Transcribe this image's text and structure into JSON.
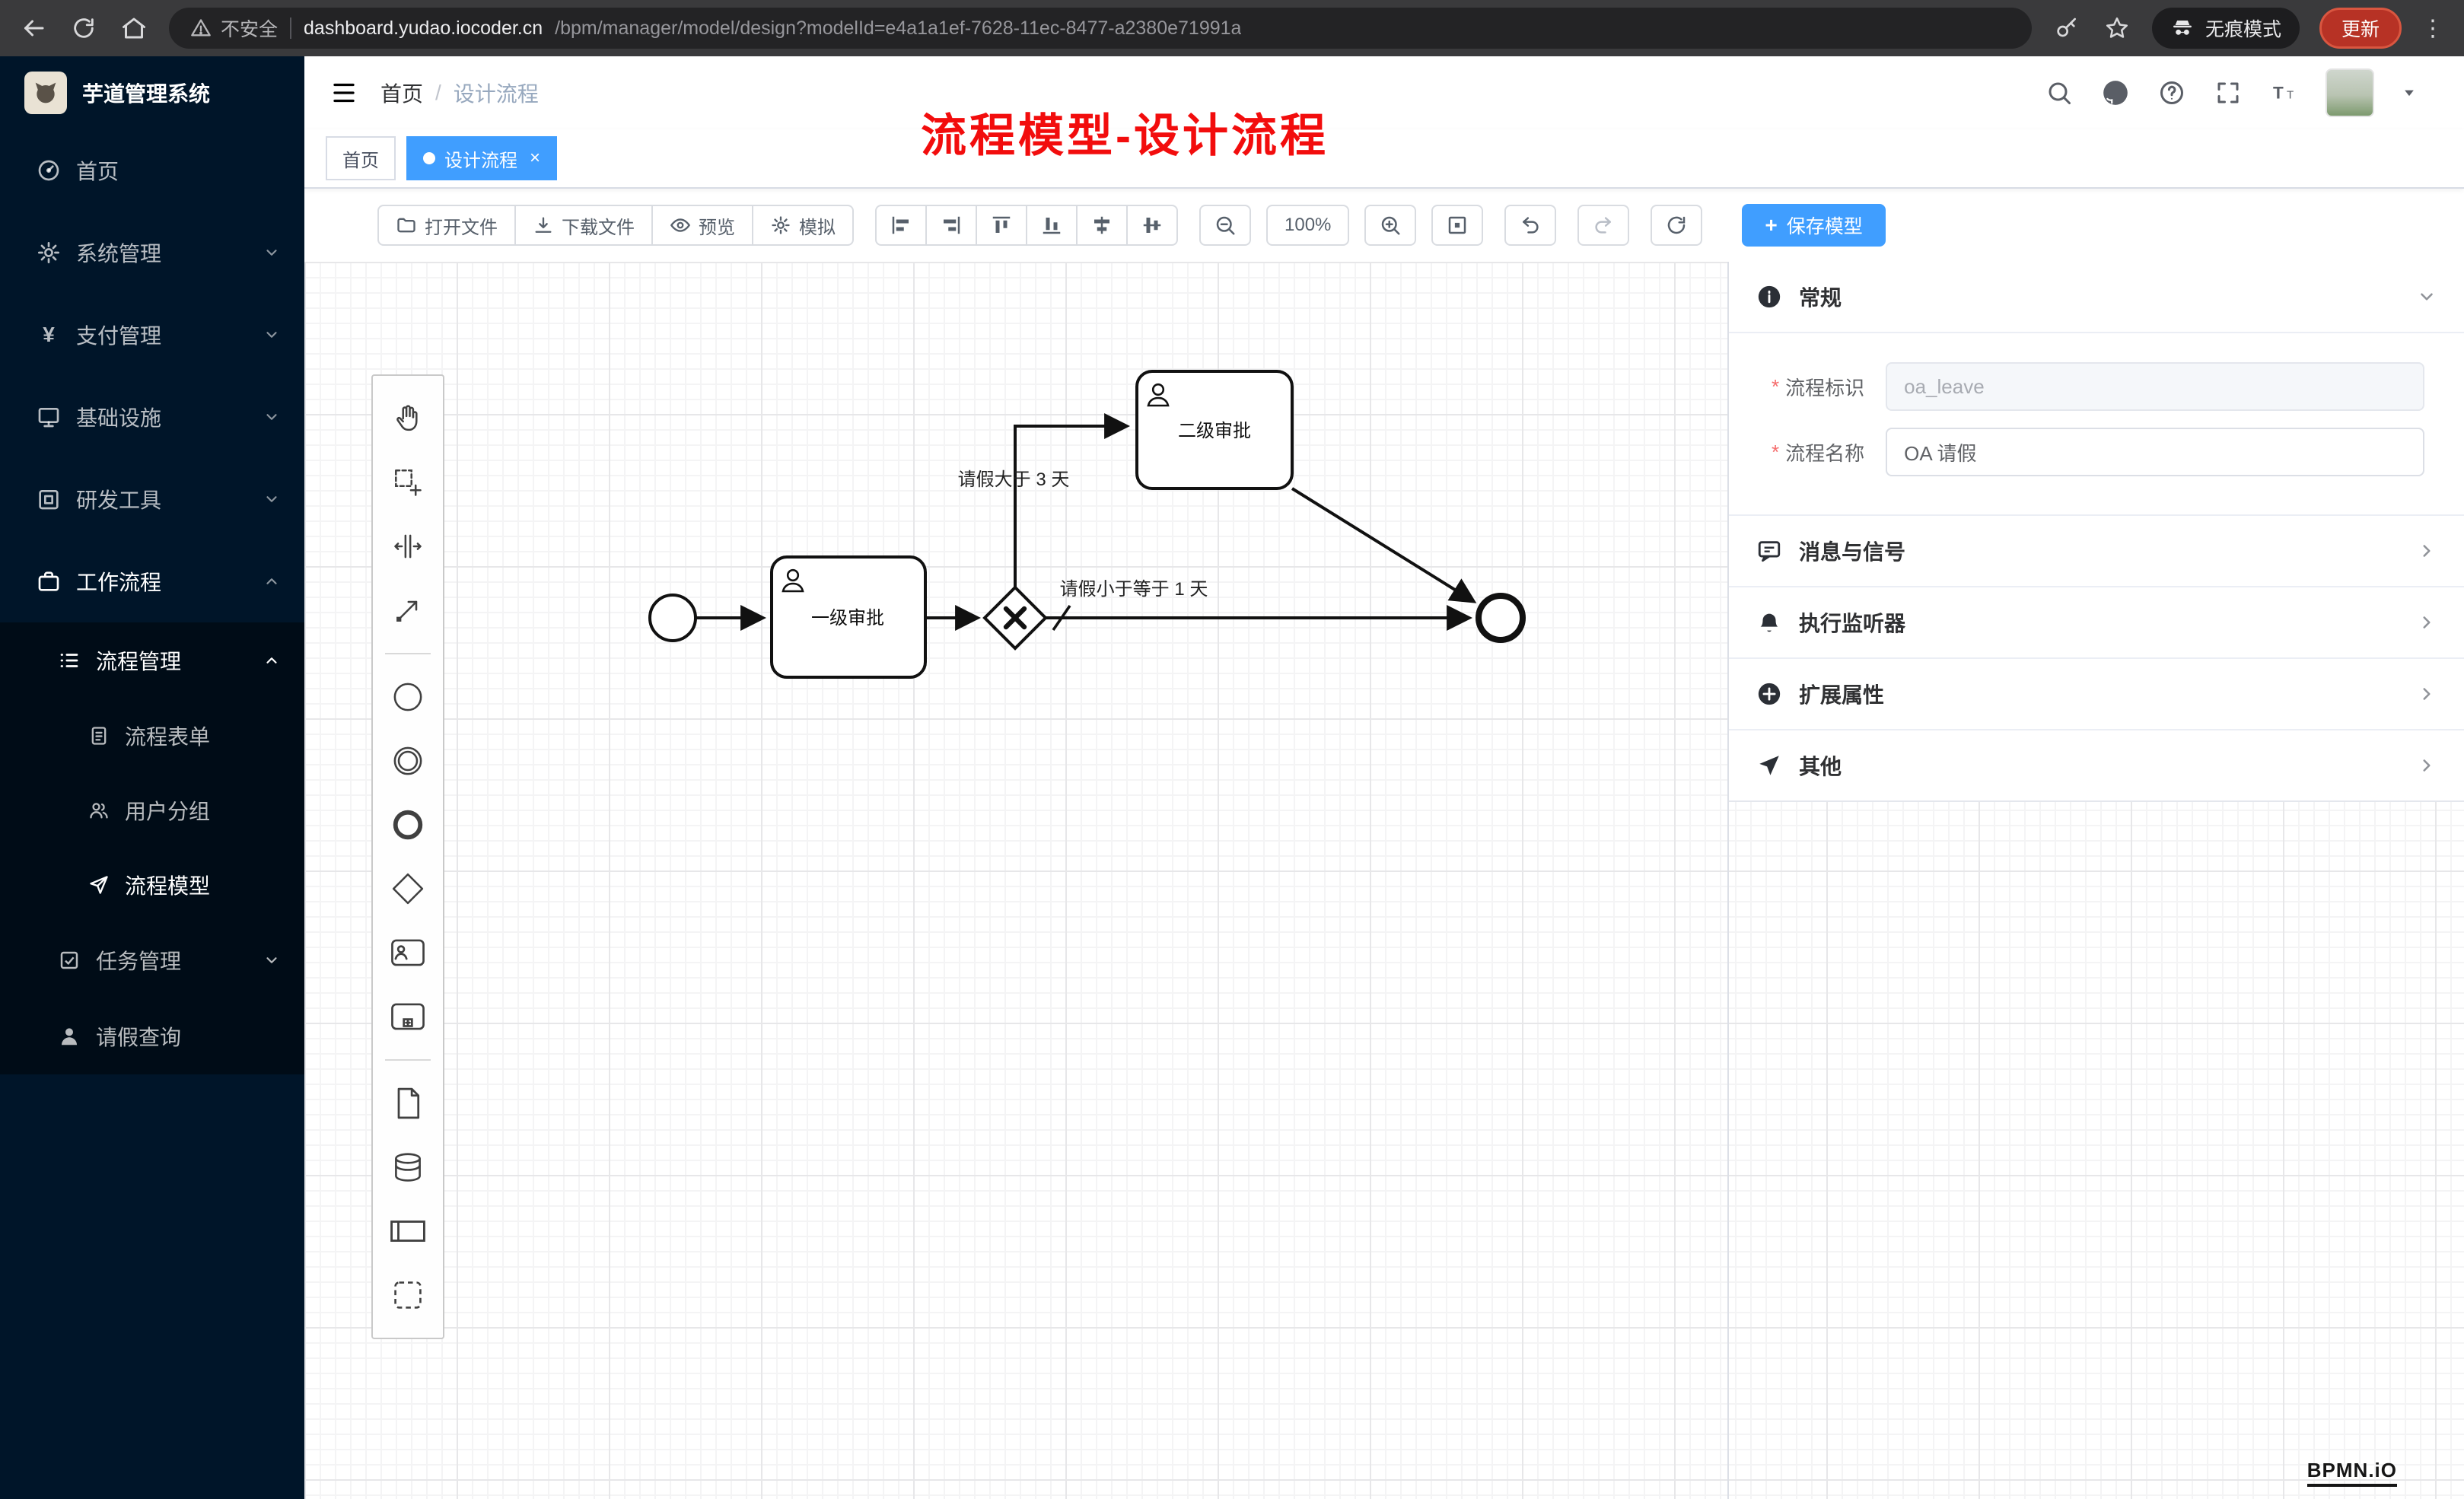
{
  "colors": {
    "sidebar_bg": "#001529",
    "submenu_bg": "#000c17",
    "primary_blue": "#409eff",
    "annotation_red": "#f20d0d",
    "update_button_red": "#b73225",
    "chrome_bg": "#3a3a3c"
  },
  "browser": {
    "security_label": "不安全",
    "url_domain": "dashboard.yudao.iocoder.cn",
    "url_path": "/bpm/manager/model/design?modelId=e4a1a1ef-7628-11ec-8477-a2380e71991a",
    "incognito_label": "无痕模式",
    "update_label": "更新"
  },
  "sidebar": {
    "logo_title": "芋道管理系统",
    "items": [
      {
        "label": "首页"
      },
      {
        "label": "系统管理"
      },
      {
        "label": "支付管理"
      },
      {
        "label": "基础设施"
      },
      {
        "label": "研发工具"
      },
      {
        "label": "工作流程"
      }
    ],
    "workflow_menu": {
      "process_manage": "流程管理",
      "children": [
        {
          "label": "流程表单"
        },
        {
          "label": "用户分组"
        },
        {
          "label": "流程模型"
        }
      ],
      "task_manage": "任务管理",
      "leave_query": "请假查询"
    }
  },
  "header": {
    "breadcrumb_home": "首页",
    "breadcrumb_current": "设计流程"
  },
  "annotation": {
    "text": "流程模型-设计流程"
  },
  "tabs": [
    {
      "label": "首页"
    },
    {
      "label": "设计流程"
    }
  ],
  "toolbar": {
    "open_file": "打开文件",
    "download_file": "下载文件",
    "preview": "预览",
    "simulate": "模拟",
    "zoom_level": "100%",
    "save_model": "保存模型"
  },
  "panel": {
    "sections": [
      {
        "title": "常规"
      },
      {
        "title": "消息与信号"
      },
      {
        "title": "执行监听器"
      },
      {
        "title": "扩展属性"
      },
      {
        "title": "其他"
      }
    ],
    "fields": [
      {
        "label": "流程标识",
        "value": "oa_leave"
      },
      {
        "label": "流程名称",
        "value": "OA 请假"
      }
    ]
  },
  "diagram": {
    "tasks": [
      {
        "label": "一级审批"
      },
      {
        "label": "二级审批"
      }
    ],
    "flow_labels": [
      {
        "text": "请假大于 3 天"
      },
      {
        "text": "请假小于等于 1 天"
      }
    ],
    "watermark": "BPMN.iO"
  }
}
